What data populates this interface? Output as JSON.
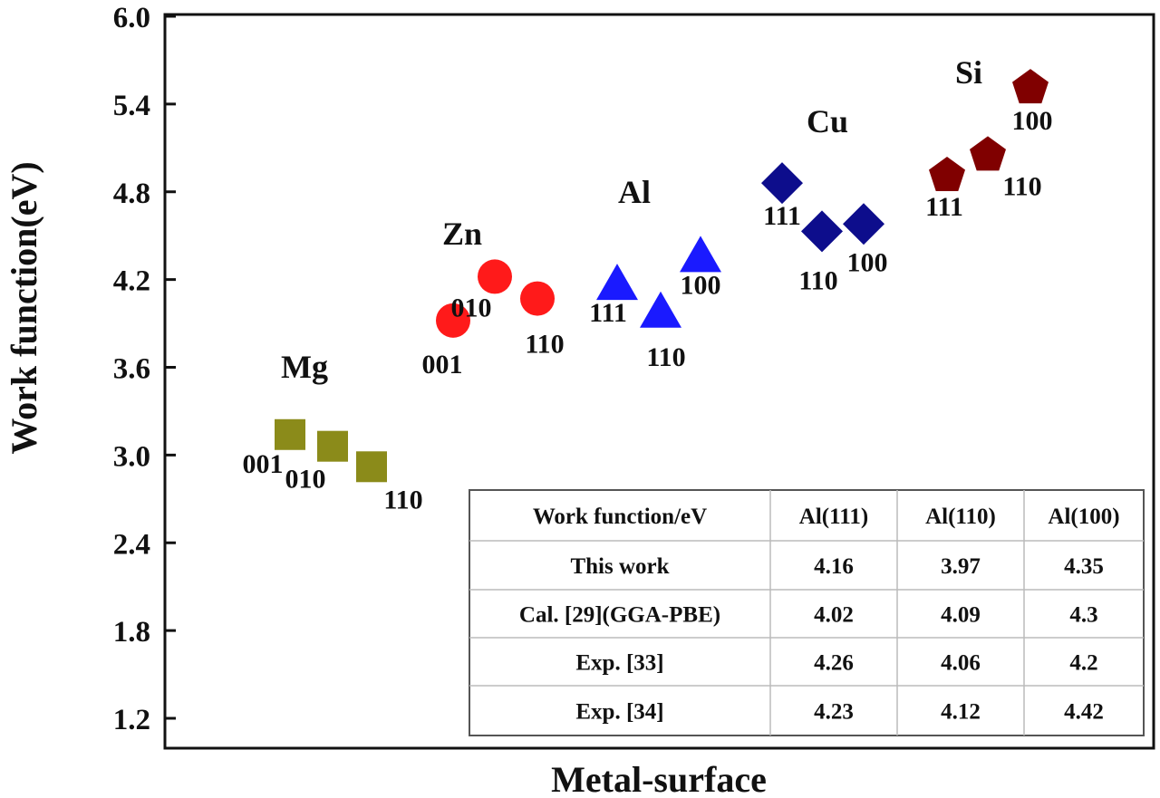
{
  "chart_data": {
    "type": "scatter",
    "xlabel": "Metal-surface",
    "ylabel": "Work function(eV)",
    "ylim": [
      1.0,
      6.0
    ],
    "yticks": [
      "1.2",
      "1.8",
      "2.4",
      "3.0",
      "3.6",
      "4.2",
      "4.8",
      "5.4",
      "6.0"
    ],
    "grid": false,
    "groups": [
      {
        "name": "Mg",
        "marker": "square",
        "color": "#8B8B1A",
        "points": [
          {
            "label": "001",
            "y": 3.14
          },
          {
            "label": "010",
            "y": 3.06
          },
          {
            "label": "110",
            "y": 2.92
          }
        ]
      },
      {
        "name": "Zn",
        "marker": "circle",
        "color": "#FF1A1A",
        "points": [
          {
            "label": "001",
            "y": 3.92
          },
          {
            "label": "010",
            "y": 4.22
          },
          {
            "label": "110",
            "y": 4.07
          }
        ]
      },
      {
        "name": "Al",
        "marker": "triangle",
        "color": "#1A1AFF",
        "points": [
          {
            "label": "111",
            "y": 4.16
          },
          {
            "label": "110",
            "y": 3.97
          },
          {
            "label": "100",
            "y": 4.35
          }
        ]
      },
      {
        "name": "Cu",
        "marker": "diamond",
        "color": "#0D0D8C",
        "points": [
          {
            "label": "111",
            "y": 4.86
          },
          {
            "label": "110",
            "y": 4.53
          },
          {
            "label": "100",
            "y": 4.58
          }
        ]
      },
      {
        "name": "Si",
        "marker": "pentagon",
        "color": "#800000",
        "points": [
          {
            "label": "111",
            "y": 4.91
          },
          {
            "label": "110",
            "y": 5.05
          },
          {
            "label": "100",
            "y": 5.51
          }
        ]
      }
    ],
    "table": {
      "header": [
        "Work function/eV",
        "Al(111)",
        "Al(110)",
        "Al(100)"
      ],
      "rows": [
        [
          "This work",
          "4.16",
          "3.97",
          "4.35"
        ],
        [
          "Cal. [29](GGA-PBE)",
          "4.02",
          "4.09",
          "4.3"
        ],
        [
          "Exp. [33]",
          "4.26",
          "4.06",
          "4.2"
        ],
        [
          "Exp. [34]",
          "4.23",
          "4.12",
          "4.42"
        ]
      ]
    }
  }
}
